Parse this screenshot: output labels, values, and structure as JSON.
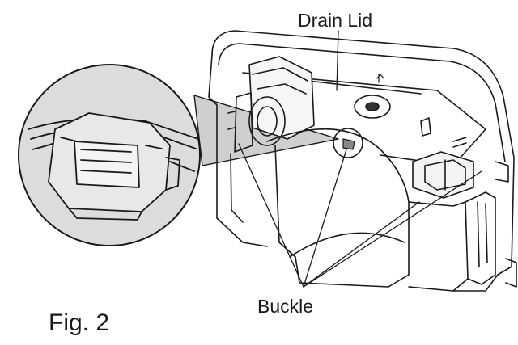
{
  "labels": {
    "drain_lid": "Drain Lid",
    "buckle": "Buckle",
    "figure": "Fig. 2"
  },
  "colors": {
    "line": "#1a1a1a",
    "magnifier_fill": "#dcdcdc",
    "callout_fill": "#cfcfcf"
  }
}
